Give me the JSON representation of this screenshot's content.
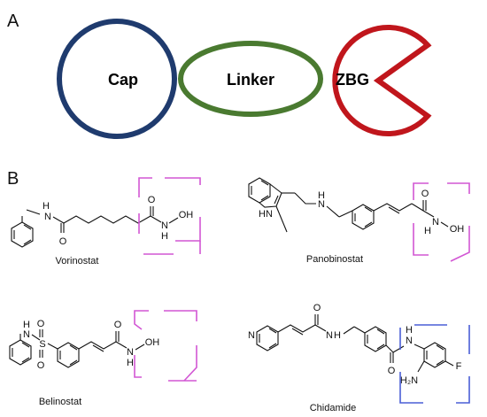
{
  "panels": {
    "a_label": "A",
    "b_label": "B"
  },
  "pharmacophore": {
    "cap_label": "Cap",
    "linker_label": "Linker",
    "zbg_label": "ZBG",
    "colors": {
      "cap": "#1f3b6e",
      "linker": "#4a7a30",
      "zbg": "#c0161c"
    }
  },
  "compounds": [
    {
      "name": "Vorinostat"
    },
    {
      "name": "Panobinostat"
    },
    {
      "name": "Belinostat"
    },
    {
      "name": "Chidamide"
    }
  ],
  "atoms": {
    "nh": "N",
    "h": "H",
    "o": "O",
    "oh": "OH",
    "nh_hn": "HN",
    "hn_n": "N",
    "s": "S",
    "f": "F",
    "h2n": "H₂N",
    "n_pyr": "N",
    "nh_chid": "H"
  },
  "bracket_colors": {
    "zbg_box": "#d257d4",
    "chidamide_box": "#4a5ed6"
  }
}
